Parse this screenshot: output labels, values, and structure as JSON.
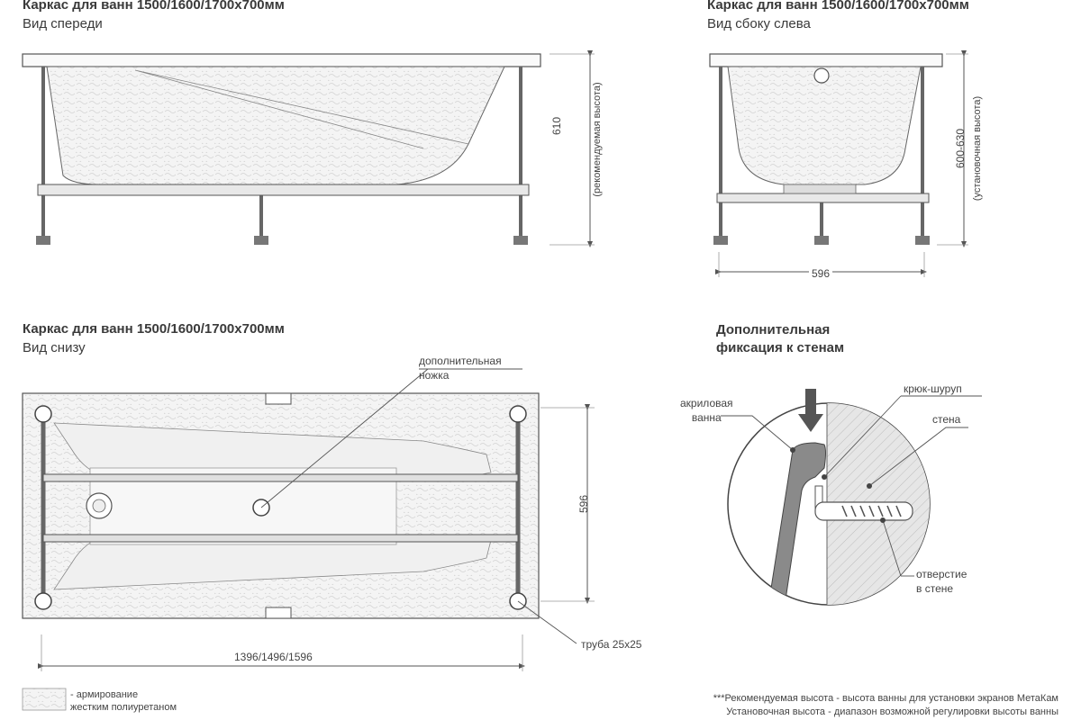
{
  "front": {
    "title": "Каркас для ванн 1500/1600/1700х700мм",
    "subtitle": "Вид спереди",
    "height_dim": "610",
    "height_note": "(рекомендуемая высота)"
  },
  "side": {
    "title": "Каркас для ванн 1500/1600/1700х700мм",
    "subtitle": "Вид сбоку слева",
    "height_dim": "600-630",
    "height_note": "(установочная высота)",
    "width_dim": "596"
  },
  "bottom": {
    "title": "Каркас для ванн 1500/1600/1700х700мм",
    "subtitle": "Вид снизу",
    "extra_leg_label": "дополнительная\nножка",
    "width_dim": "596",
    "length_dim": "1396/1496/1596",
    "pipe_label": "труба 25х25"
  },
  "fixation": {
    "title": "Дополнительная\nфиксация к стенам",
    "acrylic_label": "акриловая\nванна",
    "hook_label": "крюк-шуруп",
    "wall_label": "стена",
    "hole_label": "отверстие\nв стене"
  },
  "legend": {
    "reinforce_label": "- армирование\nжестким полиуретаном"
  },
  "footnotes": {
    "line1": "***Рекомендуемая высота - высота ванны для установки экранов МетаКам",
    "line2": "Установочная высота - диапазон возможной регулировки высоты ванны"
  }
}
